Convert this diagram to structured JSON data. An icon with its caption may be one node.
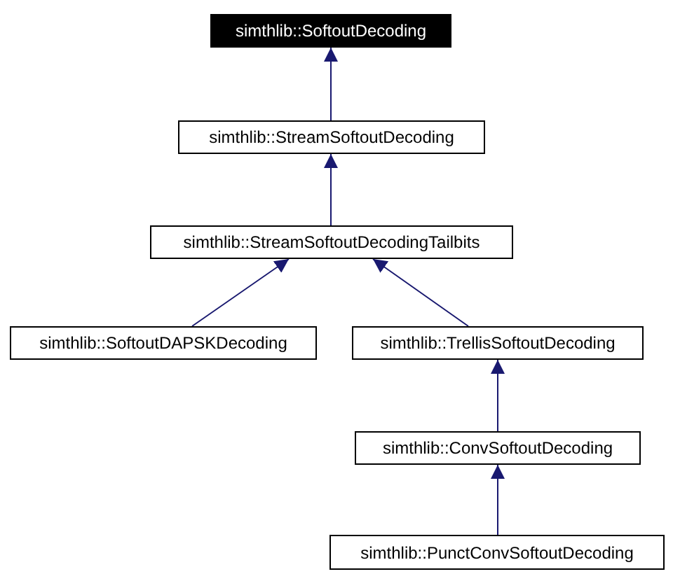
{
  "diagram": {
    "nodes": [
      {
        "text": [
          "simthlib::SoftoutDecoding"
        ]
      },
      {
        "text": [
          "simthlib::StreamSoftoutDecoding"
        ]
      },
      {
        "text": [
          "simthlib::StreamSoftoutDecodingTailbits"
        ]
      },
      {
        "text": [
          "simthlib::SoftoutDAPSKDecoding"
        ]
      },
      {
        "text": [
          "simthlib::TrellisSoftoutDecoding"
        ]
      },
      {
        "text": [
          "simthlib::ConvSoftoutDecoding"
        ]
      },
      {
        "text": [
          "simthlib::PunctConvSoftoutDecoding"
        ]
      }
    ],
    "edges": [
      {
        "from": 1,
        "to": 0,
        "arrow": "to"
      },
      {
        "from": 2,
        "to": 1,
        "arrow": "to"
      },
      {
        "from": 3,
        "to": 2,
        "arrow": "to"
      },
      {
        "from": 4,
        "to": 2,
        "arrow": "to"
      },
      {
        "from": 5,
        "to": 4,
        "arrow": "to"
      },
      {
        "from": 6,
        "to": 5,
        "arrow": "to"
      }
    ]
  }
}
